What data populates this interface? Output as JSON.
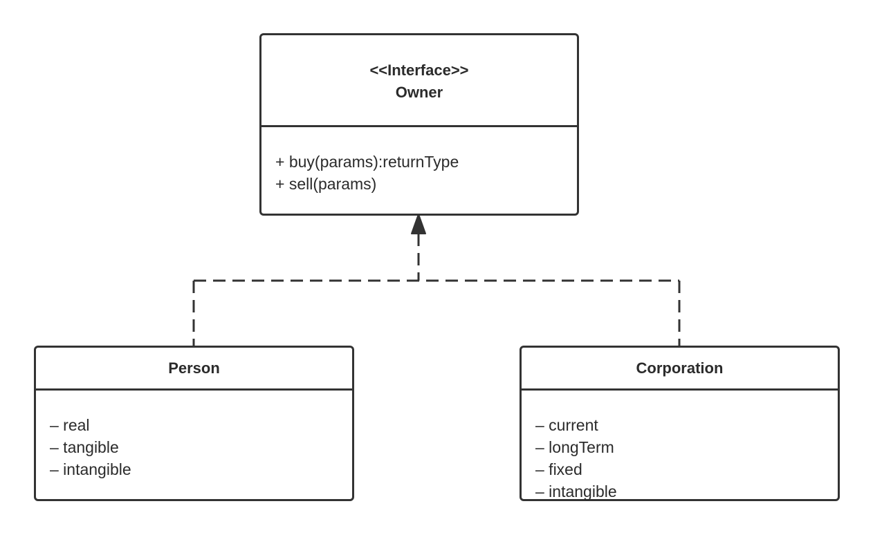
{
  "interface": {
    "stereotype": "<<Interface>>",
    "name": "Owner",
    "methods": [
      "+ buy(params):returnType",
      "+ sell(params)"
    ]
  },
  "person": {
    "name": "Person",
    "attributes": [
      "– real",
      "– tangible",
      "– intangible"
    ]
  },
  "corporation": {
    "name": "Corporation",
    "attributes": [
      "– current",
      "– longTerm",
      "– fixed",
      "– intangible"
    ]
  },
  "colors": {
    "stroke": "#333333",
    "text": "#2b2b2b",
    "background": "#ffffff"
  }
}
